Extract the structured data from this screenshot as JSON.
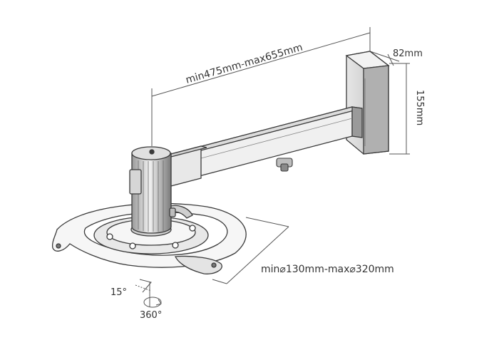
{
  "diagram": {
    "dimensions": {
      "reach": "min475mm-max655mm",
      "plate_width": "82mm",
      "plate_height": "155mm",
      "mount_diameter": "min⌀130mm-max⌀320mm"
    },
    "rotation": {
      "tilt": "15°",
      "swivel": "360°"
    },
    "colors": {
      "line": "#3a3a3a",
      "light_fill": "#f4f4f4",
      "mid_fill": "#d6d6d6",
      "dark_fill": "#8a8a8a"
    }
  }
}
